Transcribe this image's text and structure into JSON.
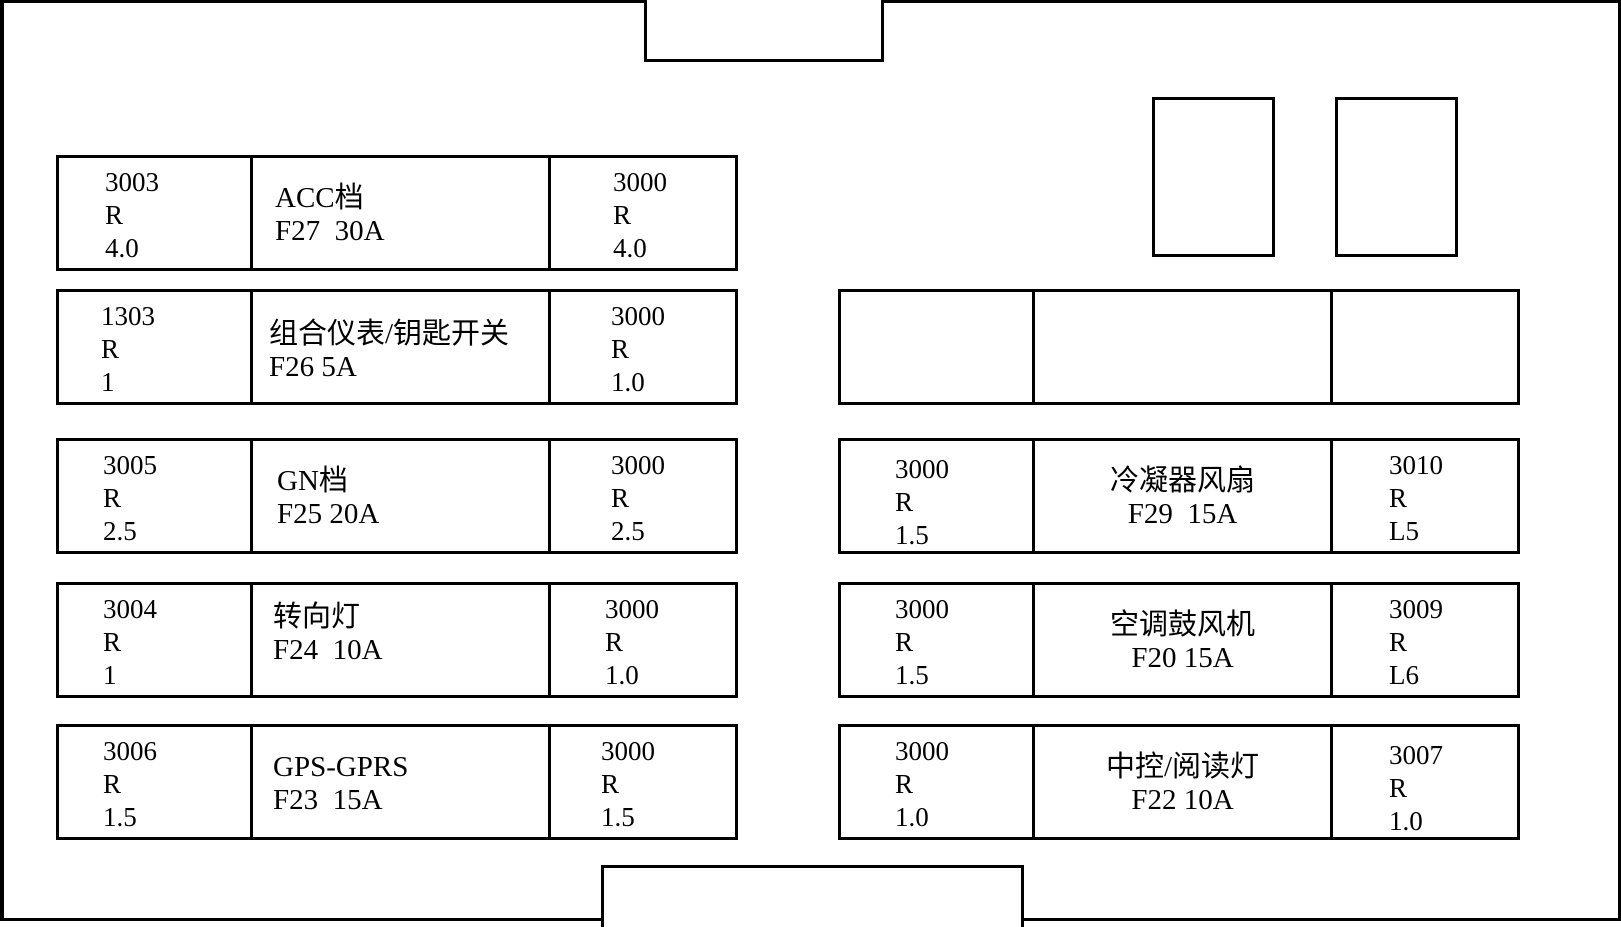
{
  "left_fuses": [
    {
      "in": {
        "wire": "3003",
        "color": "R",
        "size": "4.0"
      },
      "name": "ACC档",
      "fuse": "F27  30A",
      "out": {
        "wire": "3000",
        "color": "R",
        "size": "4.0"
      }
    },
    {
      "in": {
        "wire": "1303",
        "color": "R",
        "size": "1"
      },
      "name": "组合仪表/钥匙开关",
      "fuse": "F26 5A",
      "out": {
        "wire": "3000",
        "color": "R",
        "size": "1.0"
      }
    },
    {
      "in": {
        "wire": "3005",
        "color": "R",
        "size": "2.5"
      },
      "name": "GN档",
      "fuse": "F25 20A",
      "out": {
        "wire": "3000",
        "color": "R",
        "size": "2.5"
      }
    },
    {
      "in": {
        "wire": "3004",
        "color": "R",
        "size": "1"
      },
      "name": "转向灯",
      "fuse": "F24  10A",
      "out": {
        "wire": "3000",
        "color": "R",
        "size": "1.0"
      }
    },
    {
      "in": {
        "wire": "3006",
        "color": "R",
        "size": "1.5"
      },
      "name": "GPS-GPRS",
      "fuse": "F23  15A",
      "out": {
        "wire": "3000",
        "color": "R",
        "size": "1.5"
      }
    }
  ],
  "right_fuses": [
    {
      "in": {
        "wire": "3000",
        "color": "R",
        "size": "1.5"
      },
      "name": "冷凝器风扇",
      "fuse": "F29  15A",
      "out": {
        "wire": "3010",
        "color": "R",
        "size": "L5"
      }
    },
    {
      "in": {
        "wire": "3000",
        "color": "R",
        "size": "1.5"
      },
      "name": "空调鼓风机",
      "fuse": "F20 15A",
      "out": {
        "wire": "3009",
        "color": "R",
        "size": "L6"
      }
    },
    {
      "in": {
        "wire": "3000",
        "color": "R",
        "size": "1.0"
      },
      "name": "中控/阅读灯",
      "fuse": "F22 10A",
      "out": {
        "wire": "3007",
        "color": "R",
        "size": "1.0"
      }
    }
  ]
}
